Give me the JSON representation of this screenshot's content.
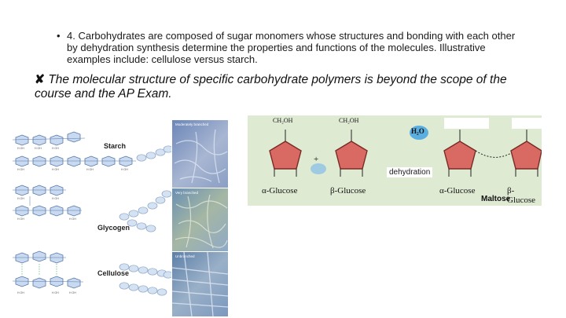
{
  "bullet": {
    "marker": "•",
    "text": "4. Carbohydrates are composed of sugar monomers whose structures and bonding with each other by dehydration synthesis determine the properties and functions of the molecules. Illustrative examples include: cellulose versus starch."
  },
  "exclusion": {
    "marker": "✘",
    "text": "The molecular structure of specific carbohydrate polymers is beyond the scope of the course and the AP Exam."
  },
  "polymers": {
    "starch": "Starch",
    "glycogen": "Glycogen",
    "cellulose": "Cellulose",
    "micro_starch": "Moderately branched",
    "micro_glycogen": "Very branched",
    "micro_cellulose": "Unbranched"
  },
  "reaction": {
    "water": "H₂O",
    "ch2oh": "CH₂OH",
    "alpha_glucose": "α-Glucose",
    "beta_glucose": "β-Glucose",
    "product_alpha": "α-Glucose",
    "product_beta": "β-Glucose",
    "maltose": "Maltose",
    "plus": "+",
    "dehydration": "dehydration"
  },
  "colors": {
    "ring_fill": "#d96a63",
    "ring_stroke": "#7a2b25",
    "chem_bg": "#dfead3",
    "water_drop": "#5aaee0",
    "sugar_ring": "#a8c4e8"
  }
}
